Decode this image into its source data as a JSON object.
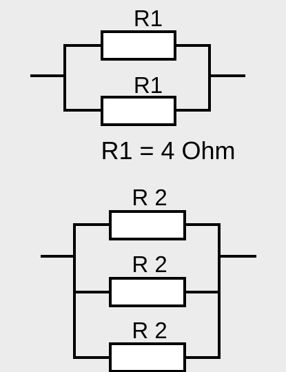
{
  "circuit_top": {
    "resistor_labels": [
      "R1",
      "R1"
    ],
    "equation": "R1 = 4 Ohm"
  },
  "circuit_bottom": {
    "resistor_labels": [
      "R 2",
      "R 2",
      "R 2"
    ]
  },
  "colors": {
    "background": "#ececec",
    "line": "#000000",
    "resistor_fill": "#ffffff"
  }
}
